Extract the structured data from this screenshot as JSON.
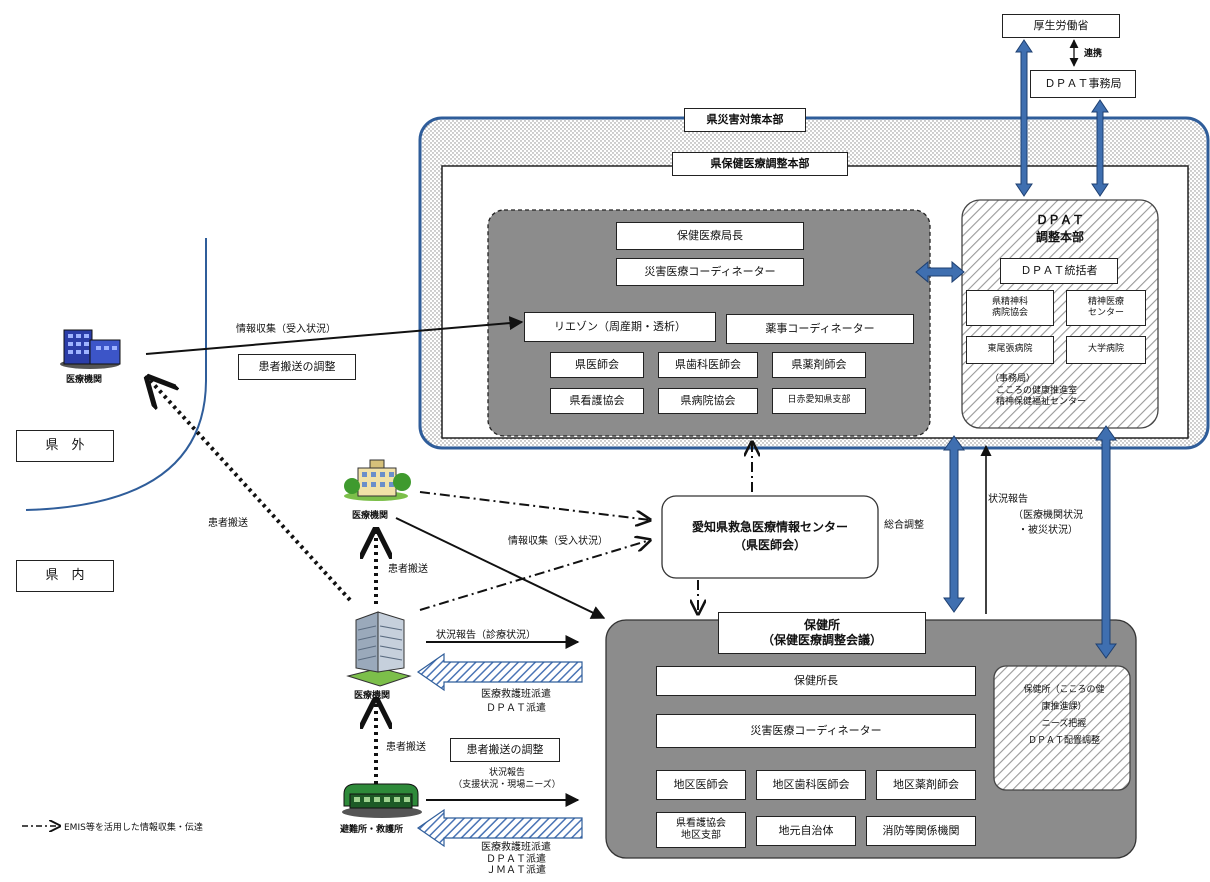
{
  "mhlw": "厚生労働省",
  "renkei": "連携",
  "dpat_office": "ＤＰＡＴ事務局",
  "pref_hq": "県災害対策本部",
  "health_hq": "県保健医療調整本部",
  "central": {
    "director": "保健医療局長",
    "disaster_coord": "災害医療コーディネーター",
    "liaison": "リエゾン（周産期・透析）",
    "pharm_coord": "薬事コーディネーター",
    "orgs": [
      "県医師会",
      "県歯科医師会",
      "県薬剤師会",
      "県看護協会",
      "県病院協会",
      "日赤愛知県支部"
    ]
  },
  "dpat_hq": {
    "title1": "ＤＰＡＴ",
    "title2": "調整本部",
    "leader": "ＤＰＡＴ統括者",
    "psych_assoc": [
      "県精神科",
      "病院協会"
    ],
    "psych_center": [
      "精神医療",
      "センター"
    ],
    "higashio": "東尾張病院",
    "univ": "大学病院",
    "office": [
      "（事務局）",
      "こころの健康推進室",
      "精神保健福祉センター"
    ]
  },
  "left": {
    "hospital_out": "医療機関",
    "info_collect_top": "情報収集（受入状況）",
    "transport_adjust_top": "患者搬送の調整",
    "outside": "県　外",
    "inside": "県　内",
    "transport_left": "患者搬送",
    "hospital_mid": "医療機関",
    "info_collect_mid": "情報収集（受入状況）",
    "transport_mid": "患者搬送",
    "hospital_main": "医療機関",
    "status_report": "状況報告（診療状況）",
    "dispatch1": [
      "医療救護班派遣",
      "ＤＰＡＴ派遣"
    ],
    "transport_low": "患者搬送",
    "transport_adjust_low": "患者搬送の調整",
    "status_report2": [
      "状況報告",
      "（支援状況・現場ニーズ）"
    ],
    "shelter": "避難所・救護所",
    "dispatch2": [
      "医療救護班派遣",
      "ＤＰＡＴ派遣",
      "ＪＭＡＴ派遣"
    ],
    "legend": "EMIS等を活用した情報収集・伝達"
  },
  "center": {
    "info_center": [
      "愛知県救急医療情報センター",
      "（県医師会）"
    ],
    "general_adjust": "総合調整",
    "status_report": [
      "状況報告",
      "（医療機関状況",
      "・被災状況）"
    ]
  },
  "hc": {
    "title": [
      "保健所",
      "（保健医療調整会議）"
    ],
    "director": "保健所長",
    "disaster_coord": "災害医療コーディネーター",
    "orgs": [
      "地区医師会",
      "地区歯科医師会",
      "地区薬剤師会",
      "県看護協会",
      "地元自治体",
      "消防等関係機関"
    ],
    "nursing_branch": "地区支部",
    "mental": [
      "保健所（こころの健",
      "康推進課）",
      "ニーズ把握",
      "ＤＰＡＴ配置調整"
    ]
  }
}
